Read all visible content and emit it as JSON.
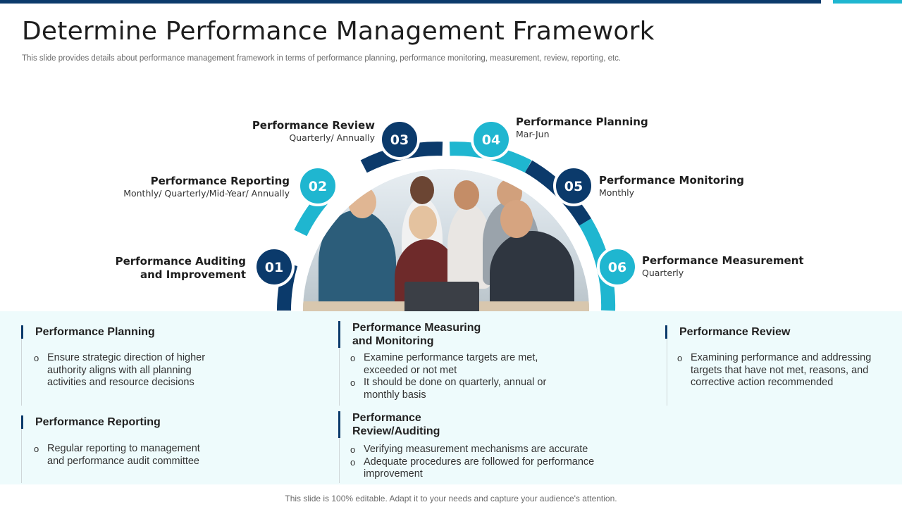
{
  "title": "Determine Performance Management Framework",
  "subtitle": "This slide provides details about performance management framework in terms of performance planning, performance monitoring, measurement, review, reporting, etc.",
  "colors": {
    "dark": "#0b3a6b",
    "light": "#1fb6d0"
  },
  "steps": [
    {
      "num": "01",
      "title_l1": "Performance Auditing",
      "title_l2": "and Improvement",
      "sub": ""
    },
    {
      "num": "02",
      "title": "Performance Reporting",
      "sub": "Monthly/ Quarterly/Mid-Year/  Annually"
    },
    {
      "num": "03",
      "title": "Performance Review",
      "sub": "Quarterly/  Annually"
    },
    {
      "num": "04",
      "title": "Performance Planning",
      "sub": "Mar-Jun"
    },
    {
      "num": "05",
      "title": "Performance Monitoring",
      "sub": "Monthly"
    },
    {
      "num": "06",
      "title": "Performance  Measurement",
      "sub": "Quarterly"
    }
  ],
  "cards": {
    "planning": {
      "heading": "Performance Planning",
      "bullets": [
        "Ensure strategic direction of higher authority aligns with all planning activities and resource decisions"
      ]
    },
    "reporting": {
      "heading": "Performance Reporting",
      "bullets": [
        "Regular reporting to management and performance audit committee"
      ]
    },
    "measuring": {
      "heading_l1": "Performance Measuring",
      "heading_l2": "and Monitoring",
      "bullets": [
        "Examine performance targets are met, exceeded or not met",
        "It should be done on quarterly, annual or monthly basis"
      ]
    },
    "auditing": {
      "heading_l1": "Performance",
      "heading_l2": "Review/Auditing",
      "bullets": [
        "Verifying measurement mechanisms are accurate",
        "Adequate procedures are followed for performance improvement"
      ]
    },
    "review": {
      "heading": "Performance Review",
      "bullets": [
        "Examining performance and addressing targets that have not met, reasons, and corrective action recommended"
      ]
    }
  },
  "footer": "This slide is 100% editable. Adapt it to your needs and capture your audience's attention."
}
